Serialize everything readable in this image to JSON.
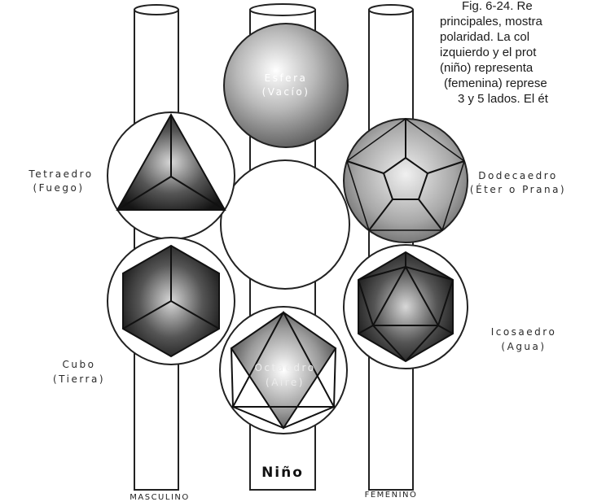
{
  "caption": {
    "lines": [
      "Fig. 6-24. Re",
      "principales, mostra",
      "polaridad. La col",
      "izquierdo y el prot",
      "(niño) representa",
      "(femenina) represe",
      "3 y 5 lados. El ét"
    ]
  },
  "solids": {
    "esfera": {
      "name": "Esfera",
      "element": "(Vacío)"
    },
    "tetraedro": {
      "name": "Tetraedro",
      "element": "(Fuego)"
    },
    "dodecaedro": {
      "name": "Dodecaedro",
      "element": "(Éter o Prana)"
    },
    "cubo": {
      "name": "Cubo",
      "element": "(Tierra)"
    },
    "icosaedro": {
      "name": "Icosaedro",
      "element": "(Agua)"
    },
    "octaedro": {
      "name": "Octaedro",
      "element": "(Aire)"
    }
  },
  "columns": {
    "left": "MASCULINO",
    "center": "Niño",
    "right": "FEMENINO"
  }
}
